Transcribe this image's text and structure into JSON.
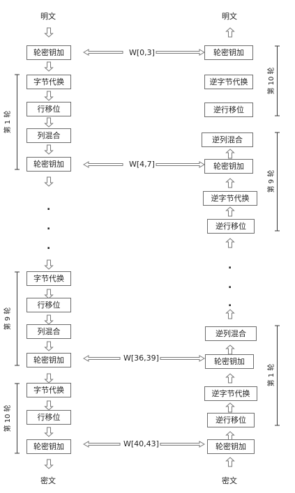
{
  "left": {
    "plaintext": "明文",
    "ciphertext": "密文",
    "r0_addkey": "轮密钥加",
    "r1": {
      "sub": "字节代换",
      "shift": "行移位",
      "mix": "列混合",
      "addkey": "轮密钥加",
      "label": "第 1 轮"
    },
    "r9": {
      "sub": "字节代换",
      "shift": "行移位",
      "mix": "列混合",
      "addkey": "轮密钥加",
      "label": "第 9 轮"
    },
    "r10": {
      "sub": "字节代换",
      "shift": "行移位",
      "addkey": "轮密钥加",
      "label": "第 10 轮"
    }
  },
  "right": {
    "plaintext": "明文",
    "ciphertext": "密文",
    "r10": {
      "addkey": "轮密钥加",
      "inv_sub": "逆字节代换",
      "inv_shift": "逆行移位",
      "label": "第 10 轮"
    },
    "r9": {
      "inv_mix": "逆列混合",
      "addkey": "轮密钥加",
      "inv_sub": "逆字节代换",
      "inv_shift": "逆行移位",
      "label": "第 9 轮"
    },
    "r1": {
      "inv_mix": "逆列混合",
      "addkey": "轮密钥加",
      "inv_sub": "逆字节代换",
      "inv_shift": "逆行移位",
      "label": "第 1 轮"
    },
    "final_addkey": "轮密钥加"
  },
  "keys": {
    "k0": "W[0,3]",
    "k1": "W[4,7]",
    "k9": "W[36,39]",
    "k10": "W[40,43]"
  },
  "ellipsis": "."
}
